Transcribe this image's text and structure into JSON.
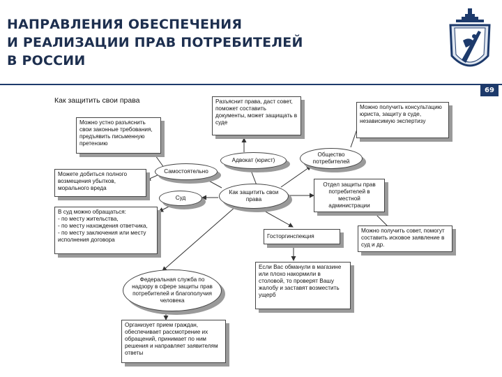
{
  "header": {
    "title_lines": [
      "НАПРАВЛЕНИЯ ОБЕСПЕЧЕНИЯ",
      "И РЕАЛИЗАЦИИ ПРАВ ПОТРЕБИТЕЛЕЙ",
      "В РОССИИ"
    ],
    "page_number": "69"
  },
  "diagram": {
    "heading": "Как защитить свои права",
    "center": "Как защитить свои права",
    "explain_rights": "Разъяснит права, даст совет, поможет составить документы, может защищать в суде",
    "free_consult": "Можно получить консультацию юриста, защиту в суде, независимую экспертизу",
    "try_yourself": "Можно устно разъяснить свои законные требования, предъявить письменную претензию",
    "lawyer": "Адвокат (юрист)",
    "society": "Общество потребителей",
    "damages": "Можете добиться полного возмещения убытков, морального вреда",
    "self": "Самостоятельно",
    "court": "Суд",
    "dept": "Отдел защиты прав потребителей в местной администрации",
    "court_where": "В суд можно обращаться:\n- по месту жительства,\n- по месту нахождения ответчика,\n- по месту заключения или месту исполнения договора",
    "get_advice": "Можно получить совет, помогут составить исковое заявление в суд и др.",
    "gostorg": "Госторгинспекция",
    "deceived": "Если Вас обманули в магазине или плохо накормили в столовой, то проверят Вашу жалобу и заставят возместить ущерб",
    "federal": "Федеральная служба по надзору в сфере защиты прав потребителей и благополучия человека",
    "organizes": "Организует прием граждан, обеспечивает рассмотрение их обращений, принимает по ним решения и направляет заявителям ответы"
  }
}
